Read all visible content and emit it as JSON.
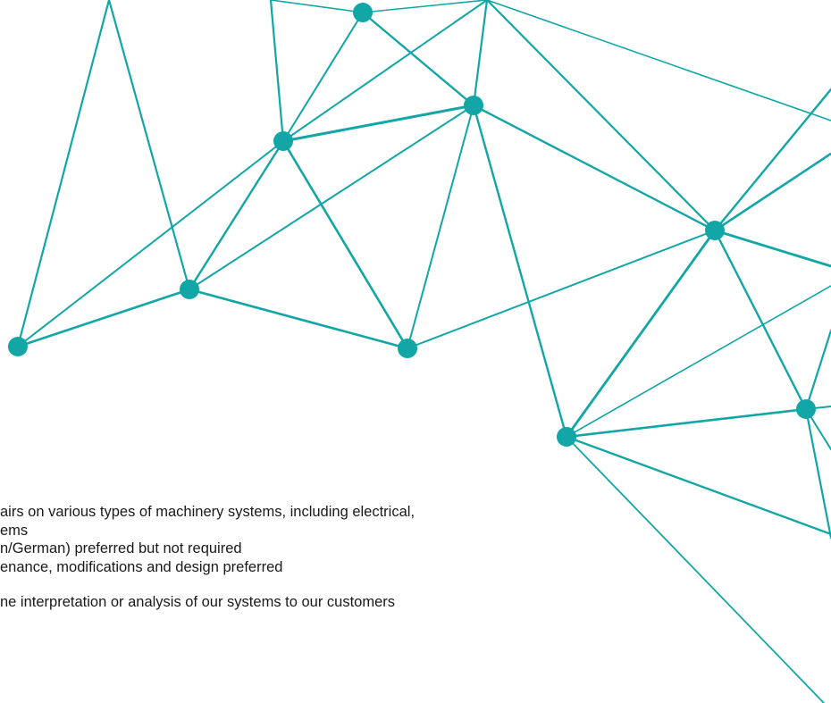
{
  "theme": {
    "accent": "#12a6a6",
    "text_color": "#1a1a1a",
    "background": "#ffffff"
  },
  "decoration": {
    "icon": "network-mesh-graphic"
  },
  "text": {
    "line1": "airs on various types of machinery systems, including electrical,",
    "line2": "ems",
    "line3": "n/German) preferred but not required",
    "line4": "enance, modifications and design preferred",
    "line5": "ne interpretation or analysis of our systems to our customers"
  }
}
